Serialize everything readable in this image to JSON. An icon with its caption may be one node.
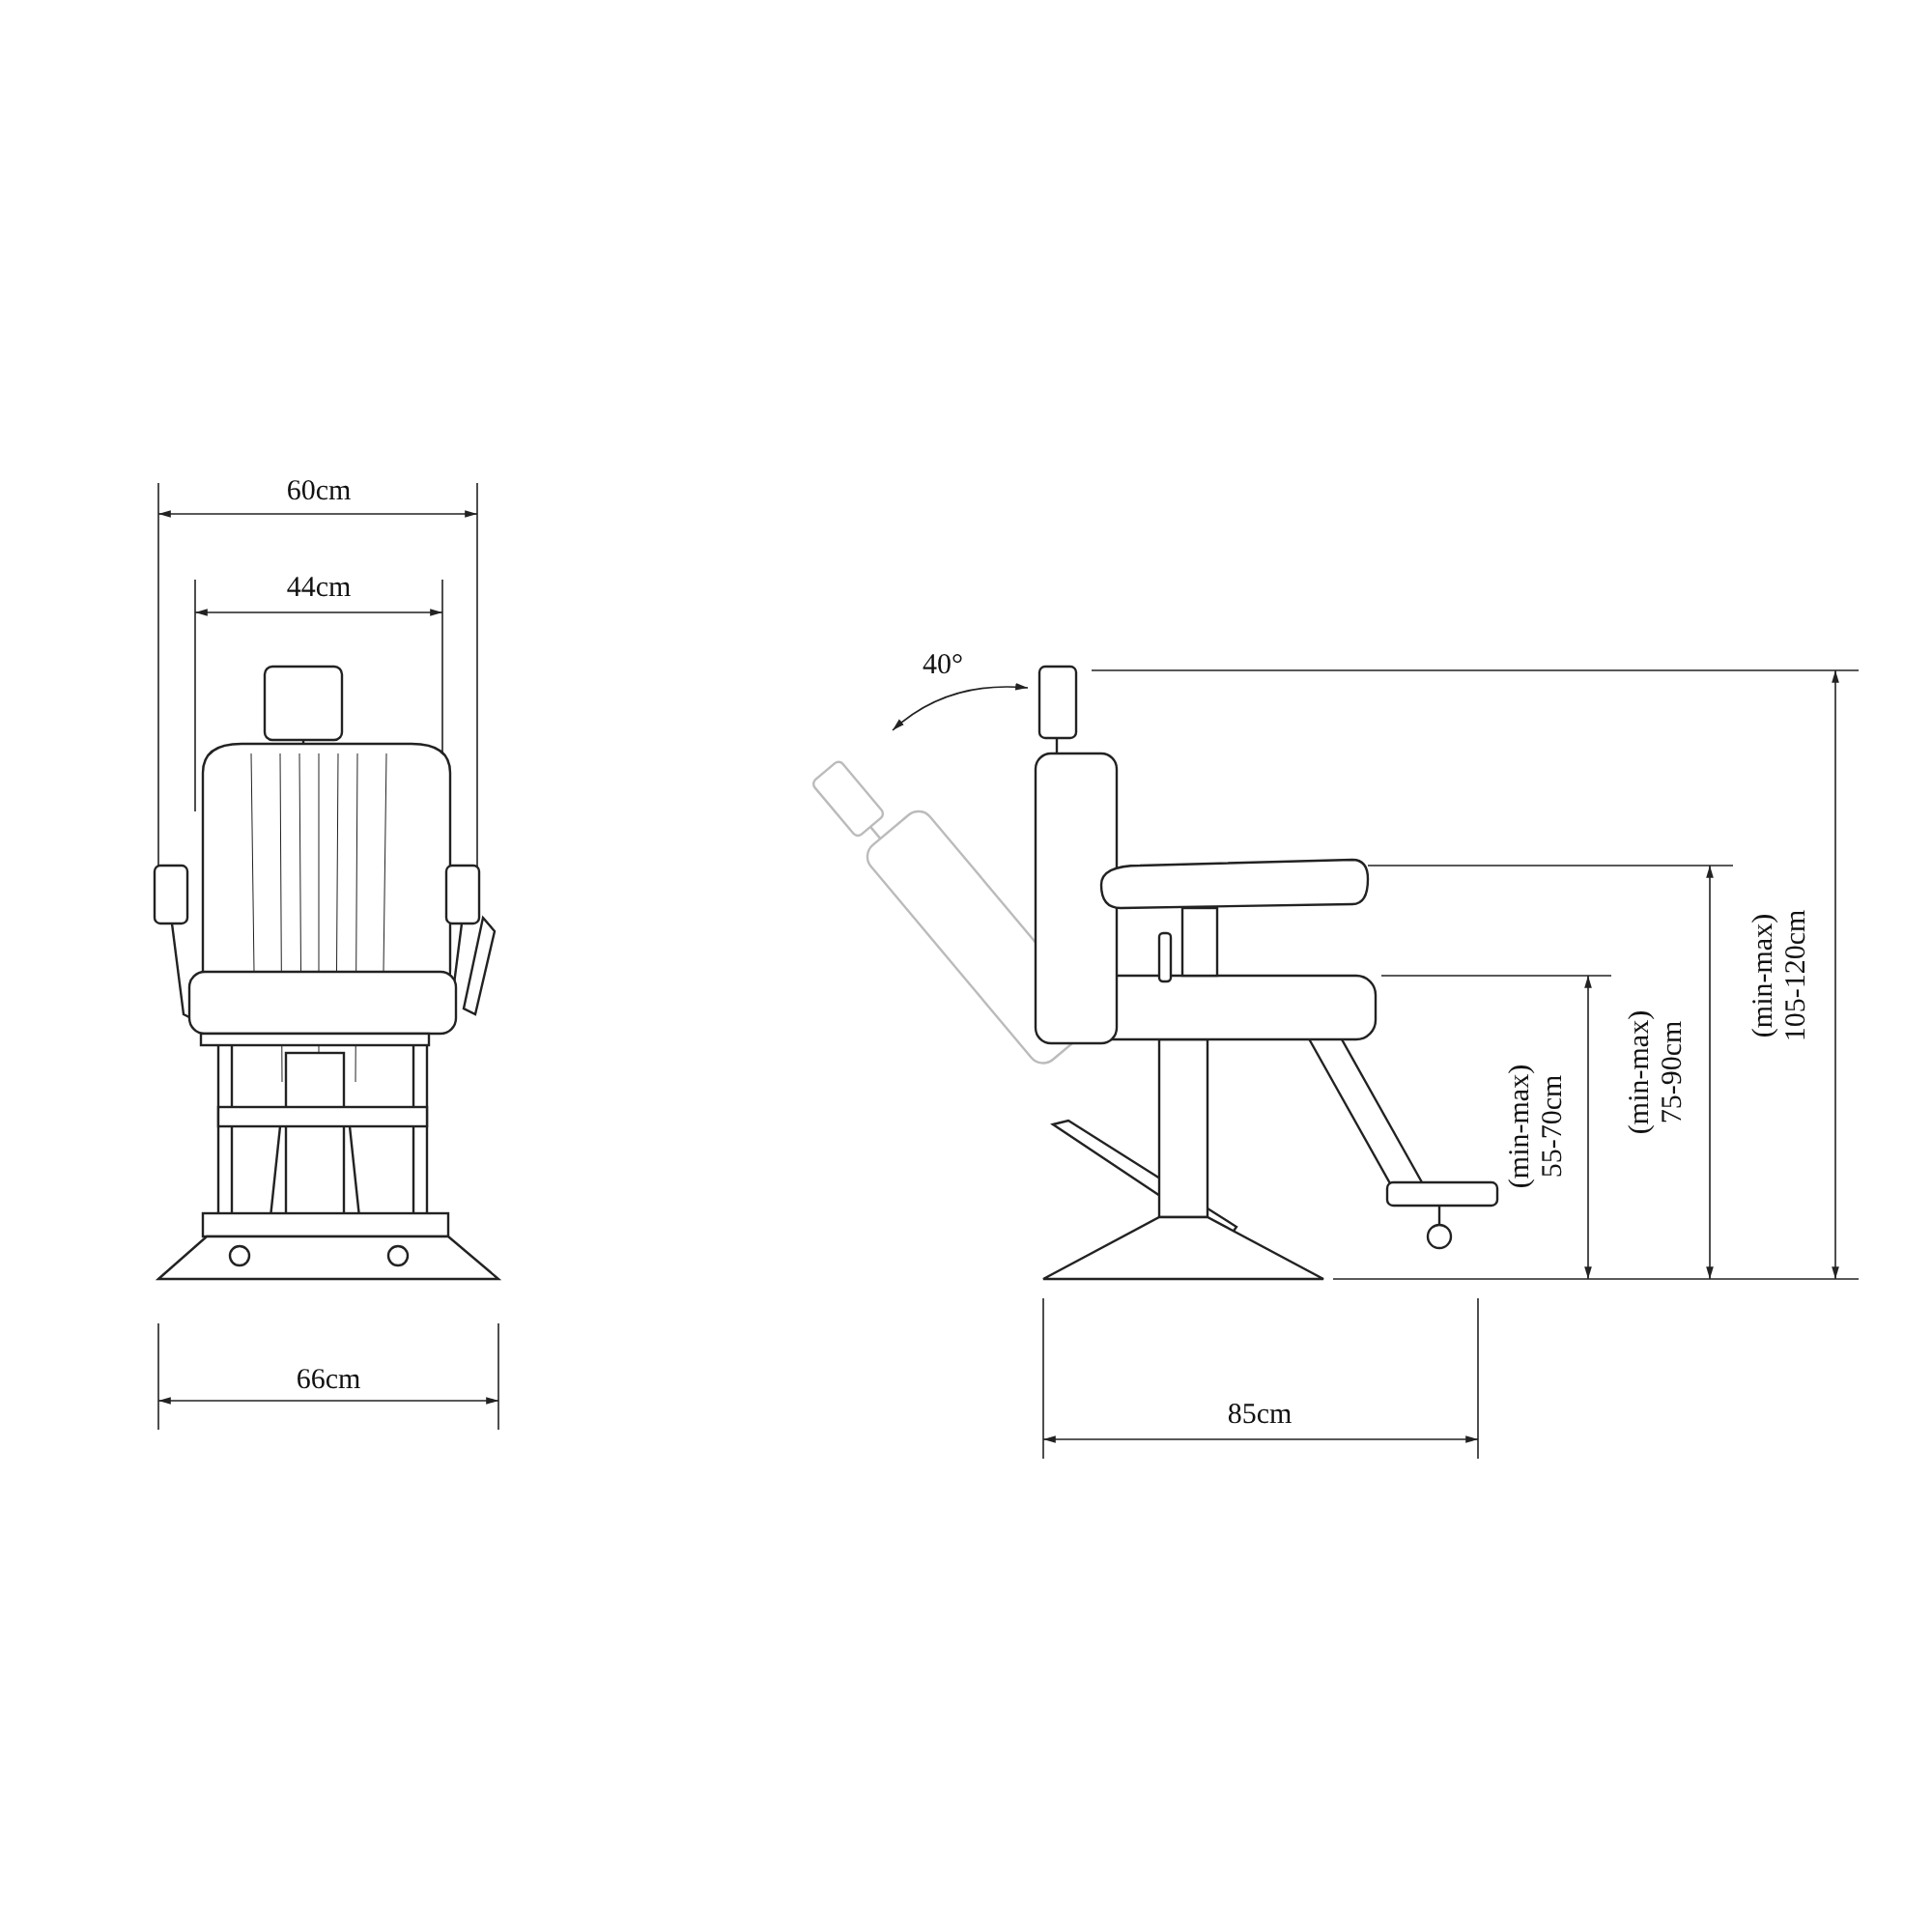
{
  "diagram": {
    "labels": [
      "60cm",
      "44cm",
      "40°",
      "(min-max) 105-120cm",
      "(min-max) 75-90cm",
      "(min-max) 55-70cm",
      "66cm",
      "85cm"
    ]
  }
}
